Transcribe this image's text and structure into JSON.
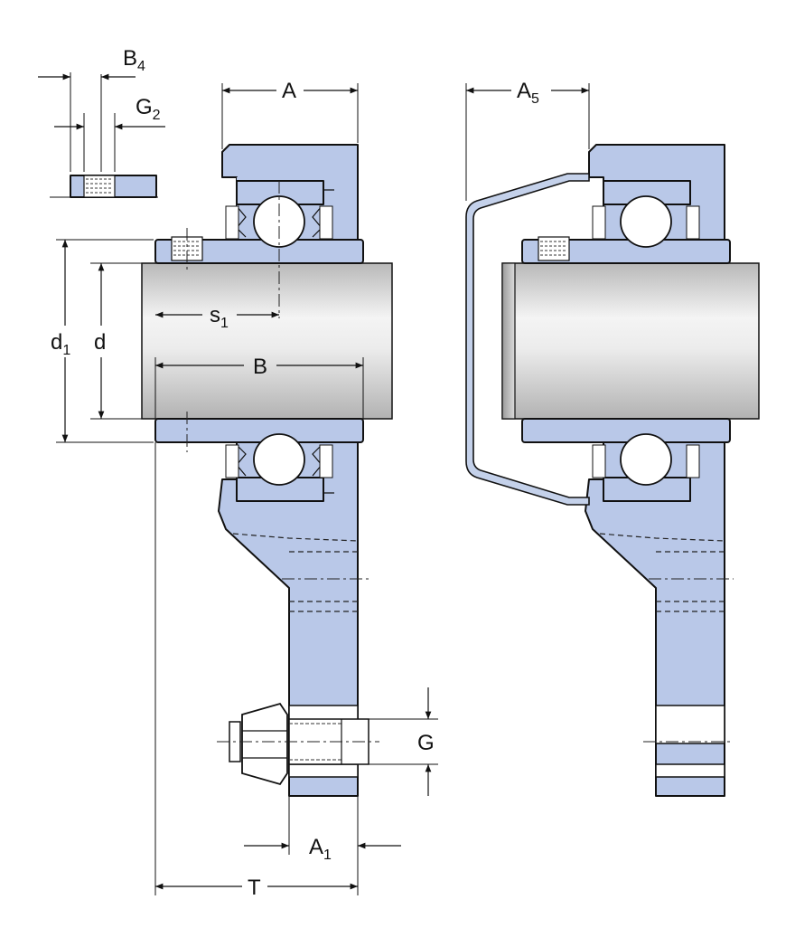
{
  "colors": {
    "housing": "#b9c8e8",
    "shaft_light": "#f4f4f4",
    "shaft_dark": "#b8b8b8",
    "outline": "#111111",
    "cover": "#c4d1ea"
  },
  "labels": {
    "A": "A",
    "A5_main": "A",
    "A5_sub": "5",
    "B4_main": "B",
    "B4_sub": "4",
    "G2_main": "G",
    "G2_sub": "2",
    "s1_main": "s",
    "s1_sub": "1",
    "d1_main": "d",
    "d1_sub": "1",
    "d": "d",
    "B": "B",
    "G": "G",
    "A1_main": "A",
    "A1_sub": "1",
    "T": "T"
  }
}
